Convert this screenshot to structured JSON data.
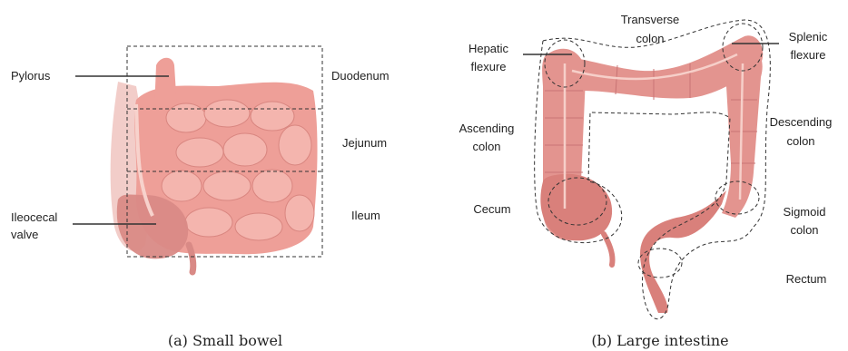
{
  "small_bowel": {
    "labels": {
      "pylorus": "Pylorus",
      "duodenum": "Duodenum",
      "jejunum": "Jejunum",
      "ileum": "Ileum",
      "ileocecal_line1": "Ileocecal",
      "ileocecal_line2": "valve"
    },
    "caption": "(a) Small bowel"
  },
  "large_intestine": {
    "labels": {
      "transverse_line1": "Transverse",
      "transverse_line2": "colon",
      "hepatic_line1": "Hepatic",
      "hepatic_line2": "flexure",
      "splenic_line1": "Splenic",
      "splenic_line2": "flexure",
      "ascending_line1": "Ascending",
      "ascending_line2": "colon",
      "descending_line1": "Descending",
      "descending_line2": "colon",
      "cecum": "Cecum",
      "sigmoid_line1": "Sigmoid",
      "sigmoid_line2": "colon",
      "rectum": "Rectum"
    },
    "caption": "(b) Large intestine"
  },
  "colors": {
    "tissue": "#e5a0a0",
    "tissue_light": "#f1bcb6",
    "tissue_dark": "#c97a7a",
    "outline": "#333333"
  }
}
